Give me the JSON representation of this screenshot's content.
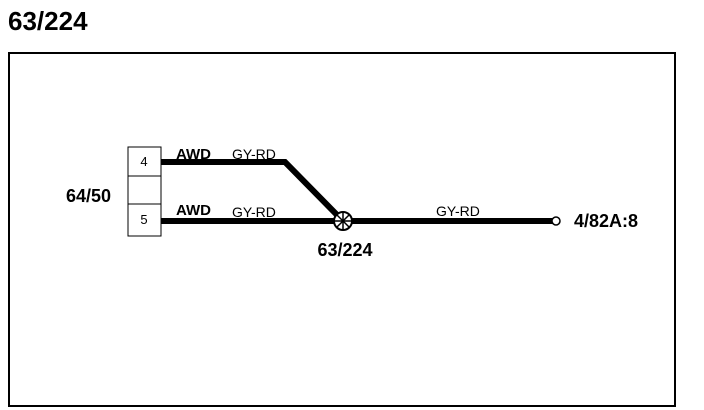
{
  "page_title": "63/224",
  "connector": {
    "id": "64/50",
    "pins": [
      {
        "number": "4"
      },
      {
        "number": ""
      },
      {
        "number": "5"
      }
    ]
  },
  "wires": [
    {
      "function": "AWD",
      "color_code": "GY-RD"
    },
    {
      "function": "AWD",
      "color_code": "GY-RD"
    },
    {
      "function": "",
      "color_code": "GY-RD"
    }
  ],
  "splice": {
    "id": "63/224"
  },
  "destination": {
    "id": "4/82A:8"
  },
  "colors": {
    "line": "#000000",
    "background": "#ffffff"
  }
}
